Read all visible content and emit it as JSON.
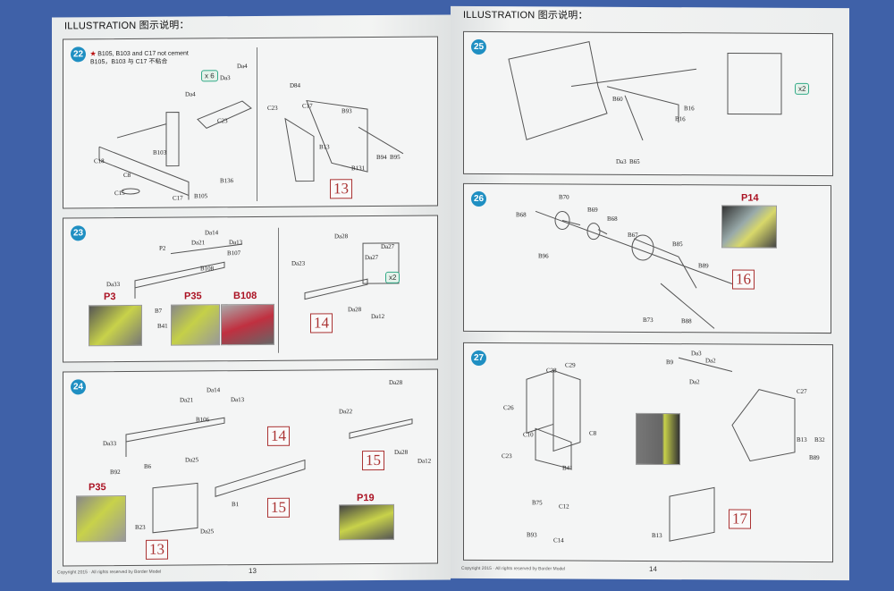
{
  "left_page": {
    "header": "ILLUSTRATION 图示说明：",
    "footer": "Copyright 2015 · All rights reserved by Border Model",
    "page_number": "13",
    "steps": [
      {
        "number": "22",
        "note_en": "B105, B103 and C17 not cement",
        "note_cn": "B105，B103 与 C17 不粘合",
        "multiplier": "x 6",
        "subassembly": "13",
        "labels": [
          "Da4",
          "Da3",
          "Da4",
          "C23",
          "C18",
          "C8",
          "B103",
          "C17",
          "C15",
          "B105",
          "B136",
          "D84",
          "C17",
          "C23",
          "B93",
          "B13",
          "B131",
          "B94",
          "B95"
        ]
      },
      {
        "number": "23",
        "subassembly": "14",
        "multiplier": "x2",
        "labels": [
          "Da14",
          "Da21",
          "Da13",
          "B107",
          "P2",
          "B108",
          "Da33",
          "B7",
          "B41",
          "Da28",
          "Da23",
          "Da27",
          "Da27",
          "Da28",
          "Da12"
        ],
        "callouts": [
          "P3",
          "P35",
          "B108"
        ]
      },
      {
        "number": "24",
        "subassemblies": [
          "14",
          "15",
          "15",
          "13"
        ],
        "labels": [
          "Da14",
          "Da21",
          "Da13",
          "B106",
          "Da33",
          "B92",
          "B6",
          "Da25",
          "B23",
          "B1",
          "Da25",
          "Da28",
          "Da22",
          "Da28",
          "Da12"
        ],
        "callouts": [
          "P35",
          "P19"
        ]
      }
    ]
  },
  "right_page": {
    "header": "ILLUSTRATION 图示说明：",
    "footer": "Copyright 2015 · All rights reserved by Border Model",
    "page_number": "14",
    "steps": [
      {
        "number": "25",
        "multiplier": "x2",
        "labels": [
          "B60",
          "B16",
          "B16",
          "Da3",
          "B65"
        ]
      },
      {
        "number": "26",
        "subassembly": "16",
        "callouts": [
          "P14"
        ],
        "labels": [
          "B70",
          "B68",
          "B69",
          "B68",
          "B96",
          "B67",
          "B85",
          "B89",
          "B73",
          "B88"
        ]
      },
      {
        "number": "27",
        "subassembly": "17",
        "labels": [
          "C28",
          "C29",
          "C26",
          "C10",
          "C8",
          "C23",
          "B41",
          "B75",
          "C12",
          "B93",
          "C14",
          "B9",
          "Da3",
          "Da2",
          "Da2",
          "C27",
          "B13",
          "B32",
          "B89",
          "B13"
        ]
      }
    ]
  }
}
